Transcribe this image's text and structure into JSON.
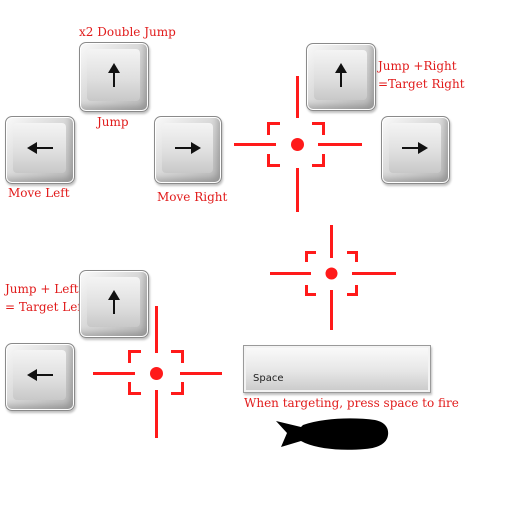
{
  "labels": {
    "double_jump": "x2 Double Jump",
    "jump": "Jump",
    "move_left": "Move Left",
    "move_right": "Move Right",
    "jump_right_1": "Jump +Right",
    "jump_right_2": "=Target Right",
    "jump_left_1": "Jump + Left",
    "jump_left_2": "= Target Left",
    "fire_instruction": "When targeting, press space to fire"
  },
  "keys": {
    "space": "Space"
  },
  "icons": {
    "up": "arrow-up-icon",
    "left": "arrow-left-icon",
    "right": "arrow-right-icon",
    "crosshair": "crosshair-icon",
    "bomb": "bomb-icon"
  },
  "colors": {
    "label_red": "#e11b1b",
    "crosshair_red": "#ff1a1a",
    "key_gray": "#d9d9d9",
    "bomb_black": "#000000"
  }
}
